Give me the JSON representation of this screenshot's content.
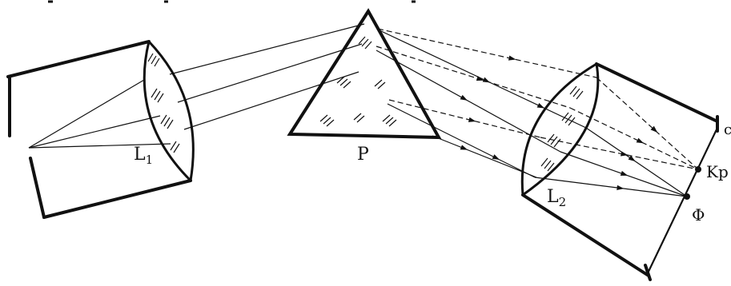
{
  "labels": {
    "lens1": {
      "main": "L",
      "sub": "1"
    },
    "prism": "P",
    "lens2": {
      "main": "L",
      "sub": "2"
    },
    "point_kr": "Kp",
    "point_phi": "Φ",
    "edge_c": "c"
  },
  "colors": {
    "ink": "#111111",
    "background": "#ffffff"
  }
}
